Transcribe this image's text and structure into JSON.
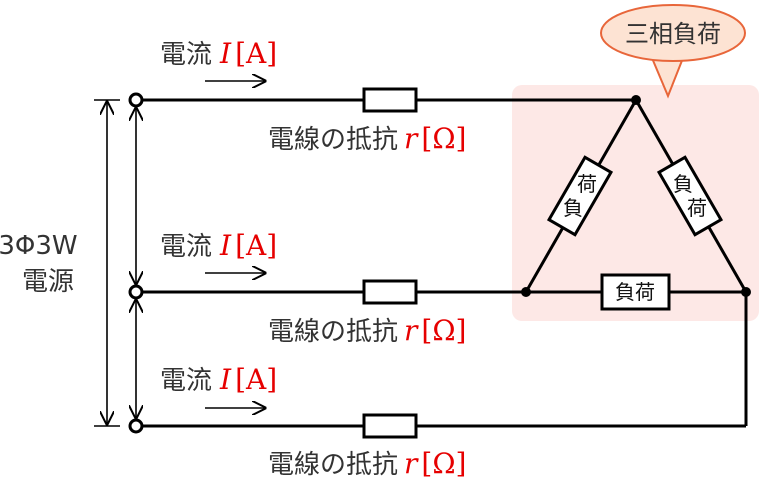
{
  "source": {
    "line1": "3Φ3W",
    "line2": "電源"
  },
  "lines": [
    {
      "current_label": "電流",
      "current_symbol": "I",
      "current_unit": "[A]",
      "resistance_label": "電線の抵抗",
      "resistance_symbol": "r",
      "resistance_unit": "[Ω]"
    },
    {
      "current_label": "電流",
      "current_symbol": "I",
      "current_unit": "[A]",
      "resistance_label": "電線の抵抗",
      "resistance_symbol": "r",
      "resistance_unit": "[Ω]"
    },
    {
      "current_label": "電流",
      "current_symbol": "I",
      "current_unit": "[A]",
      "resistance_label": "電線の抵抗",
      "resistance_symbol": "r",
      "resistance_unit": "[Ω]"
    }
  ],
  "load": {
    "callout": "三相負荷",
    "element_char_1": "負",
    "element_char_2": "荷",
    "bottom_element": "負荷"
  },
  "colors": {
    "wire": "#000000",
    "accent_red": "#e60000",
    "load_area_fill": "#fde8e6",
    "callout_fill": "#fde3d3",
    "callout_stroke": "#e8663a",
    "text": "#333333"
  }
}
